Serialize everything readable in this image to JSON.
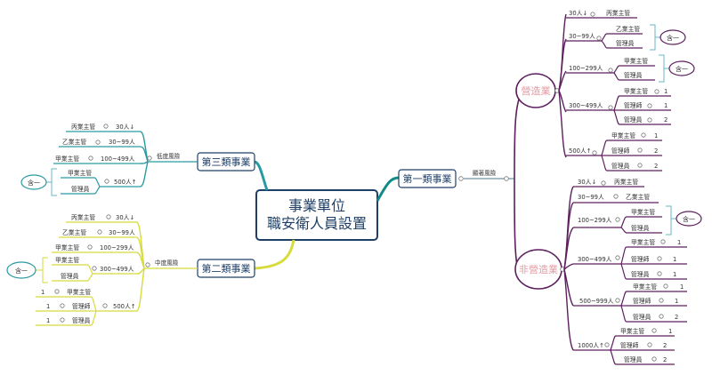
{
  "center": {
    "line1": "事業單位",
    "line2": "職安衛人員設置"
  },
  "colors": {
    "purple": "#5d1f5e",
    "teal": "#2a9aa2",
    "yellow": "#d7db3d",
    "central_border": "#1f3f66",
    "pink_text": "#e39aa2"
  },
  "cat1": {
    "label": "第一類事業",
    "risk": "顯著風險",
    "manufacturing": {
      "label": "營造業",
      "rows": {
        "r30": {
          "range": "30人↓",
          "role": "丙業主管"
        },
        "r3099": {
          "range": "30~99人",
          "roles": [
            "乙業主管",
            "管理員"
          ],
          "note": "含一"
        },
        "r100299": {
          "range": "100~299人",
          "roles": [
            "甲業主管",
            "管理員"
          ],
          "note": "含一"
        },
        "r300499": {
          "range": "300~499人",
          "roles": [
            "甲業主管",
            "管理師",
            "管理員"
          ],
          "counts": [
            "1",
            "1",
            "2"
          ]
        },
        "r500": {
          "range": "500人↑",
          "roles": [
            "甲業主管",
            "管理師",
            "管理員"
          ],
          "counts": [
            "1",
            "2",
            "2"
          ]
        }
      }
    },
    "non_manufacturing": {
      "label": "非營造業",
      "rows": {
        "r30": {
          "range": "30人↓",
          "role": "丙業主管"
        },
        "r3099": {
          "range": "30~99人",
          "role": "乙業主管"
        },
        "r100299": {
          "range": "100~299人",
          "roles": [
            "甲業主管",
            "管理員"
          ],
          "note": "含一"
        },
        "r300499": {
          "range": "300~499人",
          "roles": [
            "甲業主管",
            "管理師",
            "管理員"
          ],
          "counts": [
            "1",
            "1",
            "1"
          ]
        },
        "r500999": {
          "range": "500~999人",
          "roles": [
            "甲業主管",
            "管理師",
            "管理員"
          ],
          "counts": [
            "1",
            "1",
            "2"
          ]
        },
        "r1000": {
          "range": "1000人↑",
          "roles": [
            "甲業主管",
            "管理師",
            "管理員"
          ],
          "counts": [
            "1",
            "2",
            "2"
          ]
        }
      }
    }
  },
  "cat2": {
    "label": "第二類事業",
    "risk": "中度風險",
    "rows": {
      "r30": {
        "range": "30人↓",
        "role": "丙業主管"
      },
      "r3099": {
        "range": "30~99人",
        "role": "乙業主管"
      },
      "r100299": {
        "range": "100~299人",
        "role": "甲業主管"
      },
      "r300499": {
        "range": "300~499人",
        "roles": [
          "甲業主管",
          "管理員"
        ],
        "note": "含一"
      },
      "r500": {
        "range": "500人↑",
        "roles": [
          "甲業主管",
          "管理師",
          "管理員"
        ],
        "counts": [
          "1",
          "1",
          "1"
        ]
      }
    }
  },
  "cat3": {
    "label": "第三類事業",
    "risk": "低度風險",
    "rows": {
      "r30": {
        "range": "30人↓",
        "role": "丙業主管"
      },
      "r3099": {
        "range": "30~99人",
        "role": "乙業主管"
      },
      "r100499": {
        "range": "100~499人",
        "role": "甲業主管"
      },
      "r500": {
        "range": "500人↑",
        "roles": [
          "甲業主管",
          "管理員"
        ],
        "note": "含一"
      }
    }
  }
}
